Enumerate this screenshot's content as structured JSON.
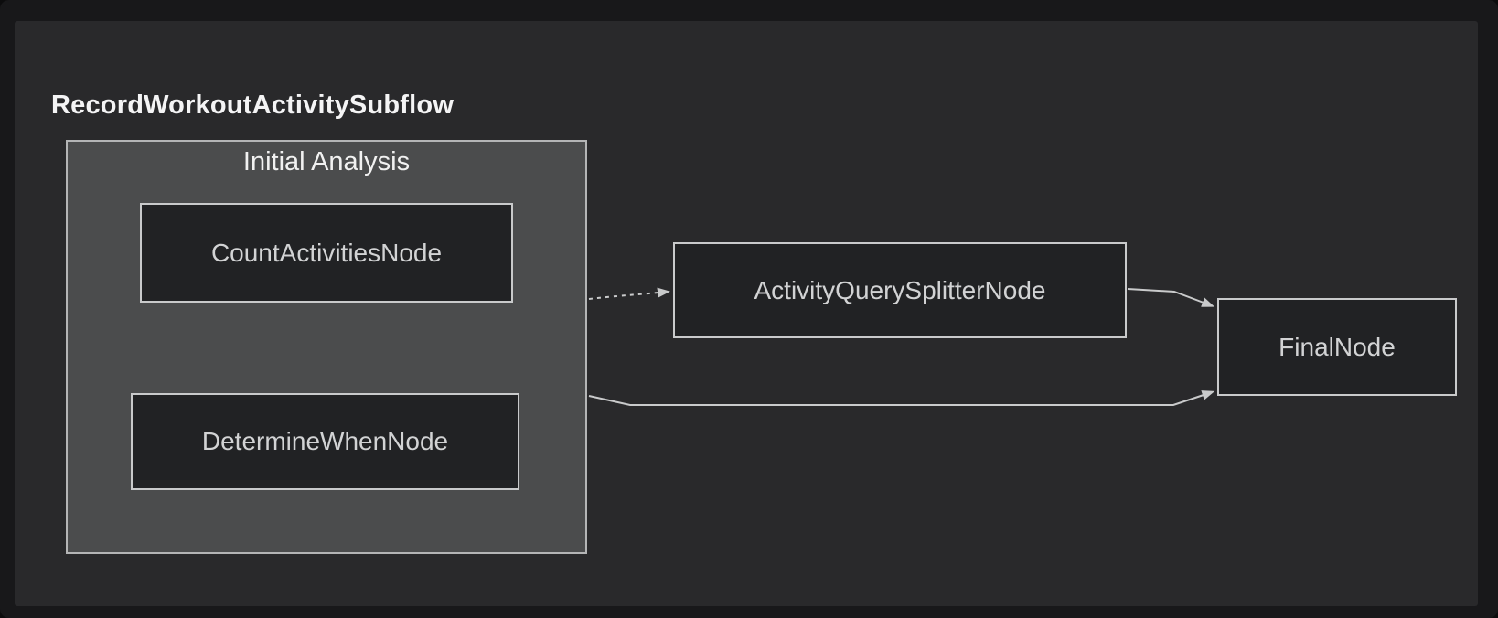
{
  "window": {
    "background": "#18181a",
    "panel_background": "#29292b"
  },
  "diagram": {
    "title": "RecordWorkoutActivitySubflow",
    "cluster": {
      "label": "Initial Analysis",
      "children": [
        "CountActivitiesNode",
        "DetermineWhenNode"
      ]
    },
    "nodes": {
      "count_activities": {
        "label": "CountActivitiesNode"
      },
      "determine_when": {
        "label": "DetermineWhenNode"
      },
      "activity_query_splitter": {
        "label": "ActivityQuerySplitterNode"
      },
      "final": {
        "label": "FinalNode"
      }
    },
    "edges": [
      {
        "from": "Initial Analysis",
        "to": "ActivityQuerySplitterNode",
        "style": "dashed",
        "arrowhead": "filled-triangle"
      },
      {
        "from": "ActivityQuerySplitterNode",
        "to": "FinalNode",
        "style": "solid",
        "arrowhead": "filled-triangle"
      },
      {
        "from": "Initial Analysis",
        "to": "FinalNode",
        "style": "solid",
        "arrowhead": "filled-triangle"
      }
    ],
    "colors": {
      "title_text": "#f4f4f5",
      "cluster_fill": "#4b4c4d",
      "cluster_border": "#b4b5b6",
      "cluster_label": "#f1f1f1",
      "node_fill": "#212224",
      "node_border": "#c9cacb",
      "node_text": "#d2d3d4",
      "edge_stroke": "#c9cacb"
    }
  }
}
